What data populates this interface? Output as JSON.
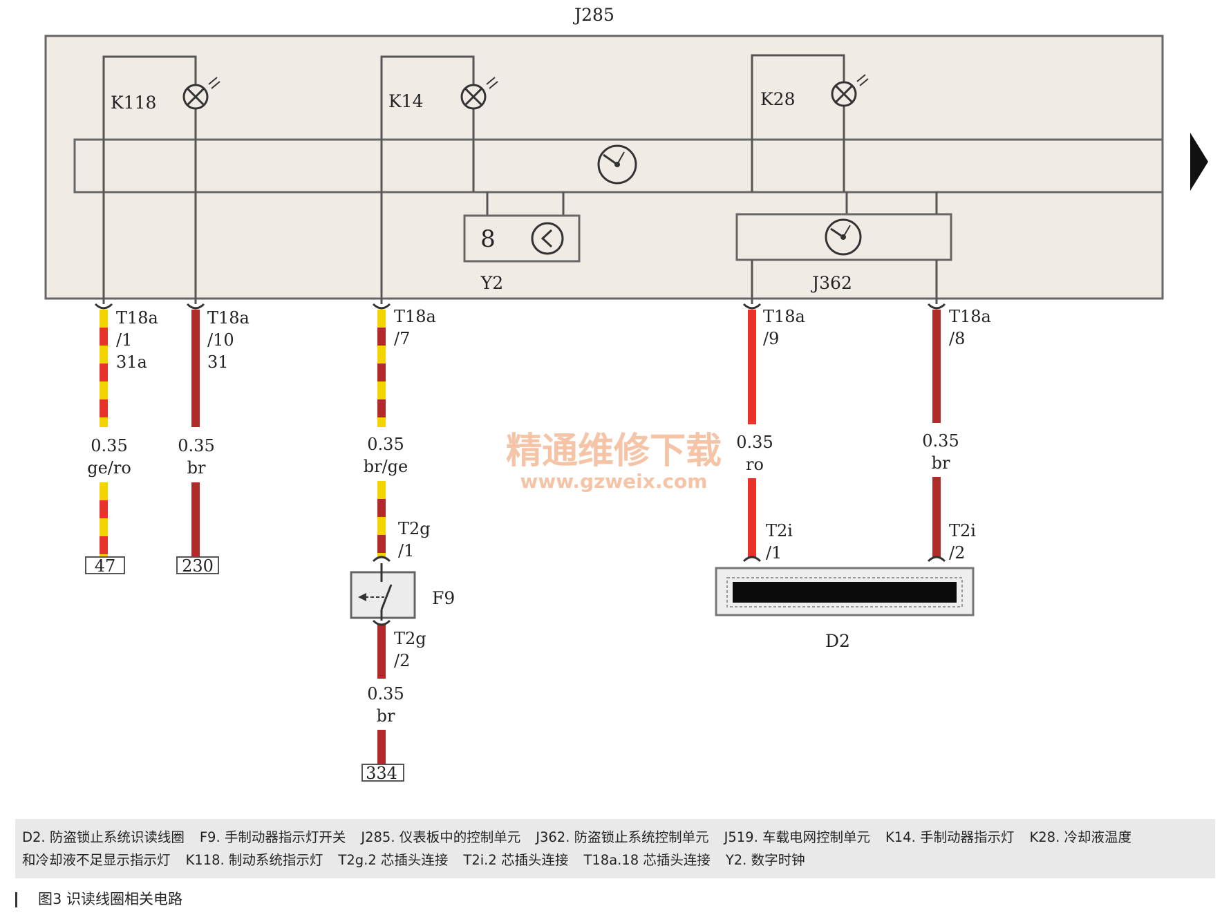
{
  "module": {
    "name": "J285"
  },
  "indicators": [
    {
      "name": "K118"
    },
    {
      "name": "K14"
    },
    {
      "name": "K28"
    }
  ],
  "components": {
    "y2": "Y2",
    "j362": "J362",
    "f9": "F9",
    "d2": "D2",
    "y2_digit": "8"
  },
  "wires": [
    {
      "id": "w1",
      "pin": "T18a",
      "pin_no": "/1",
      "circuit": "31a",
      "gauge": "0.35",
      "color_code": "ge/ro",
      "stripe": [
        "#f5d300",
        "#e8322a"
      ],
      "end": "47"
    },
    {
      "id": "w2",
      "pin": "T18a",
      "pin_no": "/10",
      "circuit": "31",
      "gauge": "0.35",
      "color_code": "br",
      "stripe": [
        "#b22a2a",
        "#b22a2a"
      ],
      "end": "230"
    },
    {
      "id": "w3",
      "pin": "T18a",
      "pin_no": "/7",
      "gauge": "0.35",
      "color_code": "br/ge",
      "stripe": [
        "#f5d300",
        "#b22a2a"
      ],
      "mid_pin": "T2g",
      "mid_pin_no": "/1"
    },
    {
      "id": "w3b",
      "pin": "T2g",
      "pin_no": "/2",
      "gauge": "0.35",
      "color_code": "br",
      "stripe": [
        "#b22a2a",
        "#b22a2a"
      ],
      "end": "334"
    },
    {
      "id": "w4",
      "pin": "T18a",
      "pin_no": "/9",
      "gauge": "0.35",
      "color_code": "ro",
      "stripe": [
        "#e8322a",
        "#e8322a"
      ],
      "end_pin": "T2i",
      "end_pin_no": "/1"
    },
    {
      "id": "w5",
      "pin": "T18a",
      "pin_no": "/8",
      "gauge": "0.35",
      "color_code": "br",
      "stripe": [
        "#b22a2a",
        "#b22a2a"
      ],
      "end_pin": "T2i",
      "end_pin_no": "/2"
    }
  ],
  "watermark": {
    "cn": "精通维修下载",
    "url": "www.gzweix.com"
  },
  "legend": {
    "line1": [
      "D2. 防盗锁止系统识读线圈",
      "F9. 手制动器指示灯开关",
      "J285. 仪表板中的控制单元",
      "J362. 防盗锁止系统控制单元",
      "J519. 车载电网控制单元",
      "K14. 手制动器指示灯",
      "K28. 冷却液温度"
    ],
    "line2": [
      "和冷却液不足显示指示灯",
      "K118. 制动系统指示灯",
      "T2g.2 芯插头连接",
      "T2i.2 芯插头连接",
      "T18a.18 芯插头连接",
      "Y2. 数字时钟"
    ]
  },
  "caption": "图3  识读线圈相关电路",
  "colors": {
    "panel": "#f1ebe6",
    "line": "#555555",
    "yellow": "#f5d300",
    "red": "#e8322a",
    "brown": "#b22a2a"
  }
}
